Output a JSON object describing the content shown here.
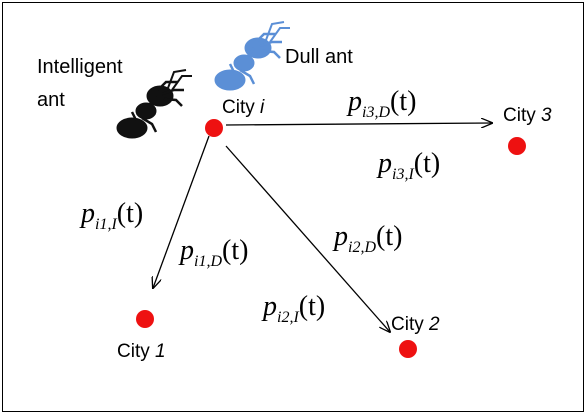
{
  "labels": {
    "intelligent_ant_line1": "Intelligent",
    "intelligent_ant_line2": "ant",
    "dull_ant": "Dull ant"
  },
  "cities": {
    "i": {
      "prefix": "City ",
      "name": "i"
    },
    "c1": {
      "prefix": "City ",
      "name": "1"
    },
    "c2": {
      "prefix": "City ",
      "name": "2"
    },
    "c3": {
      "prefix": "City ",
      "name": "3"
    }
  },
  "probabilities": {
    "p_i3_D": {
      "symbol": "p",
      "sub": "i3,D",
      "arg": "(t)"
    },
    "p_i3_I": {
      "symbol": "p",
      "sub": "i3,I",
      "arg": "(t)"
    },
    "p_i1_I": {
      "symbol": "p",
      "sub": "i1,I",
      "arg": "(t)"
    },
    "p_i1_D": {
      "symbol": "p",
      "sub": "i1,D",
      "arg": "(t)"
    },
    "p_i2_D": {
      "symbol": "p",
      "sub": "i2,D",
      "arg": "(t)"
    },
    "p_i2_I": {
      "symbol": "p",
      "sub": "i2,I",
      "arg": "(t)"
    }
  },
  "colors": {
    "city_dot": "#ee1111",
    "intelligent_ant": "#111111",
    "dull_ant": "#5b8fd6",
    "edge": "#000000"
  },
  "icons": {
    "intelligent_ant": "ant-icon",
    "dull_ant": "ant-icon"
  }
}
